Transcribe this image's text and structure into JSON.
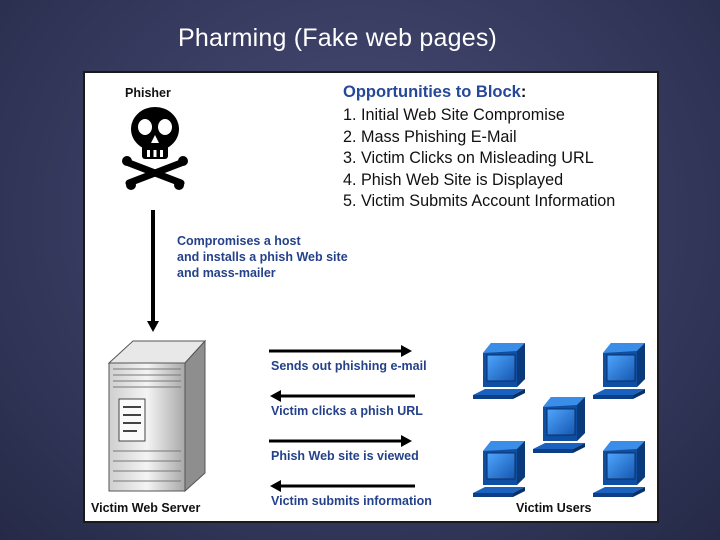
{
  "slide": {
    "title": "Pharming (Fake web pages)"
  },
  "diagram": {
    "phisher_label": "Phisher",
    "compromise_note": [
      "Compromises a host",
      "and installs a phish Web site",
      "and mass-mailer"
    ],
    "server_label": "Victim Web Server",
    "users_label": "Victim Users",
    "opportunities": {
      "title": "Opportunities to Block",
      "colon": ":",
      "items": [
        "1. Initial Web Site Compromise",
        "2. Mass Phishing E-Mail",
        "3. Victim Clicks on Misleading URL",
        "4. Phish Web Site is Displayed",
        "5. Victim Submits Account Information"
      ]
    },
    "flows": [
      {
        "label": "Sends out phishing e-mail",
        "direction": "right"
      },
      {
        "label": "Victim clicks a phish URL",
        "direction": "left"
      },
      {
        "label": "Phish Web site is viewed",
        "direction": "right"
      },
      {
        "label": "Victim submits information",
        "direction": "left"
      }
    ],
    "colors": {
      "accent_blue": "#24418a",
      "computer_blue": "#1f78d6",
      "background": "#363a5e"
    }
  }
}
